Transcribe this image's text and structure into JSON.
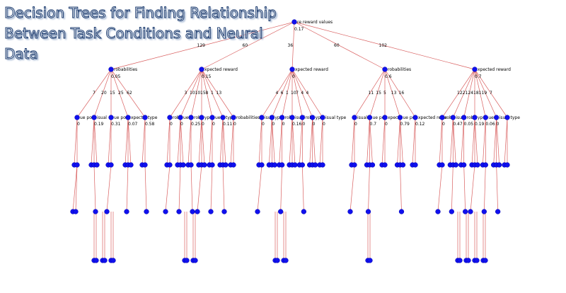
{
  "title": {
    "lines": [
      "Decision Trees for Finding Relationship",
      "Between Task Conditions and Neural",
      "Data"
    ]
  },
  "tree": {
    "root": {
      "label": "re reward values",
      "value": "0.17"
    },
    "branches": [
      {
        "edge": "129",
        "label": "robabilities",
        "value": "0.05",
        "child_edges": [
          "7",
          "20",
          "15",
          "25",
          "62"
        ],
        "children": [
          {
            "label": "ue po",
            "value": "0"
          },
          {
            "label": "isual",
            "value": "0.19"
          },
          {
            "label": "ue po",
            "value": "0.31"
          },
          {
            "label": "xpect",
            "value": "0.07"
          },
          {
            "label": "type",
            "value": "0.58"
          }
        ]
      },
      {
        "edge": "60",
        "label": "xpected reward",
        "value": "0.15",
        "child_edges": [
          "3",
          "10",
          "10",
          "15",
          "8",
          "1",
          "13"
        ],
        "children": [
          {
            "label": "rob",
            "value": "0"
          },
          {
            "label": "ue",
            "value": "0"
          },
          {
            "label": "rob",
            "value": "0.25"
          },
          {
            "label": "ype",
            "value": "0"
          },
          {
            "label": "ue",
            "value": "0"
          },
          {
            "label": "type",
            "value": "0.11"
          },
          {
            "label": "robabilities",
            "value": "0"
          }
        ]
      },
      {
        "edge": "36",
        "label": "xpected reward",
        "value": "0",
        "child_edges": [
          "4",
          "6",
          "1",
          "10",
          "7",
          "4",
          "4"
        ],
        "children": [
          {
            "label": "isual",
            "value": "0"
          },
          {
            "label": "ype",
            "value": "0"
          },
          {
            "label": "rob",
            "value": "0"
          },
          {
            "label": "isual",
            "value": "0.16"
          },
          {
            "label": "rob",
            "value": "0"
          },
          {
            "label": "ype",
            "value": "0"
          },
          {
            "label": "isual type",
            "value": "0"
          }
        ]
      },
      {
        "edge": "60",
        "label": "robabilities",
        "value": "0.6",
        "child_edges": [
          "11",
          "15",
          "5",
          "13",
          "16"
        ],
        "children": [
          {
            "label": "isual",
            "value": "0"
          },
          {
            "label": "ue po",
            "value": "0.7"
          },
          {
            "label": "xpecte",
            "value": "0"
          },
          {
            "label": "ue po",
            "value": "0.79"
          },
          {
            "label": "xpected rewa",
            "value": "0.12"
          }
        ]
      },
      {
        "edge": "102",
        "label": "xpected reward",
        "value": "0.7",
        "child_edges": [
          "12",
          "21",
          "24",
          "18",
          "11",
          "9",
          "7"
        ],
        "children": [
          {
            "label": "rob",
            "value": "0"
          },
          {
            "label": "isual",
            "value": "0.47"
          },
          {
            "label": "rob",
            "value": "0.05"
          },
          {
            "label": "ype",
            "value": "0.19"
          },
          {
            "label": "ue",
            "value": "0.06"
          },
          {
            "label": "isual type",
            "value": "0"
          },
          {
            "label": "",
            "value": ""
          }
        ]
      }
    ]
  }
}
